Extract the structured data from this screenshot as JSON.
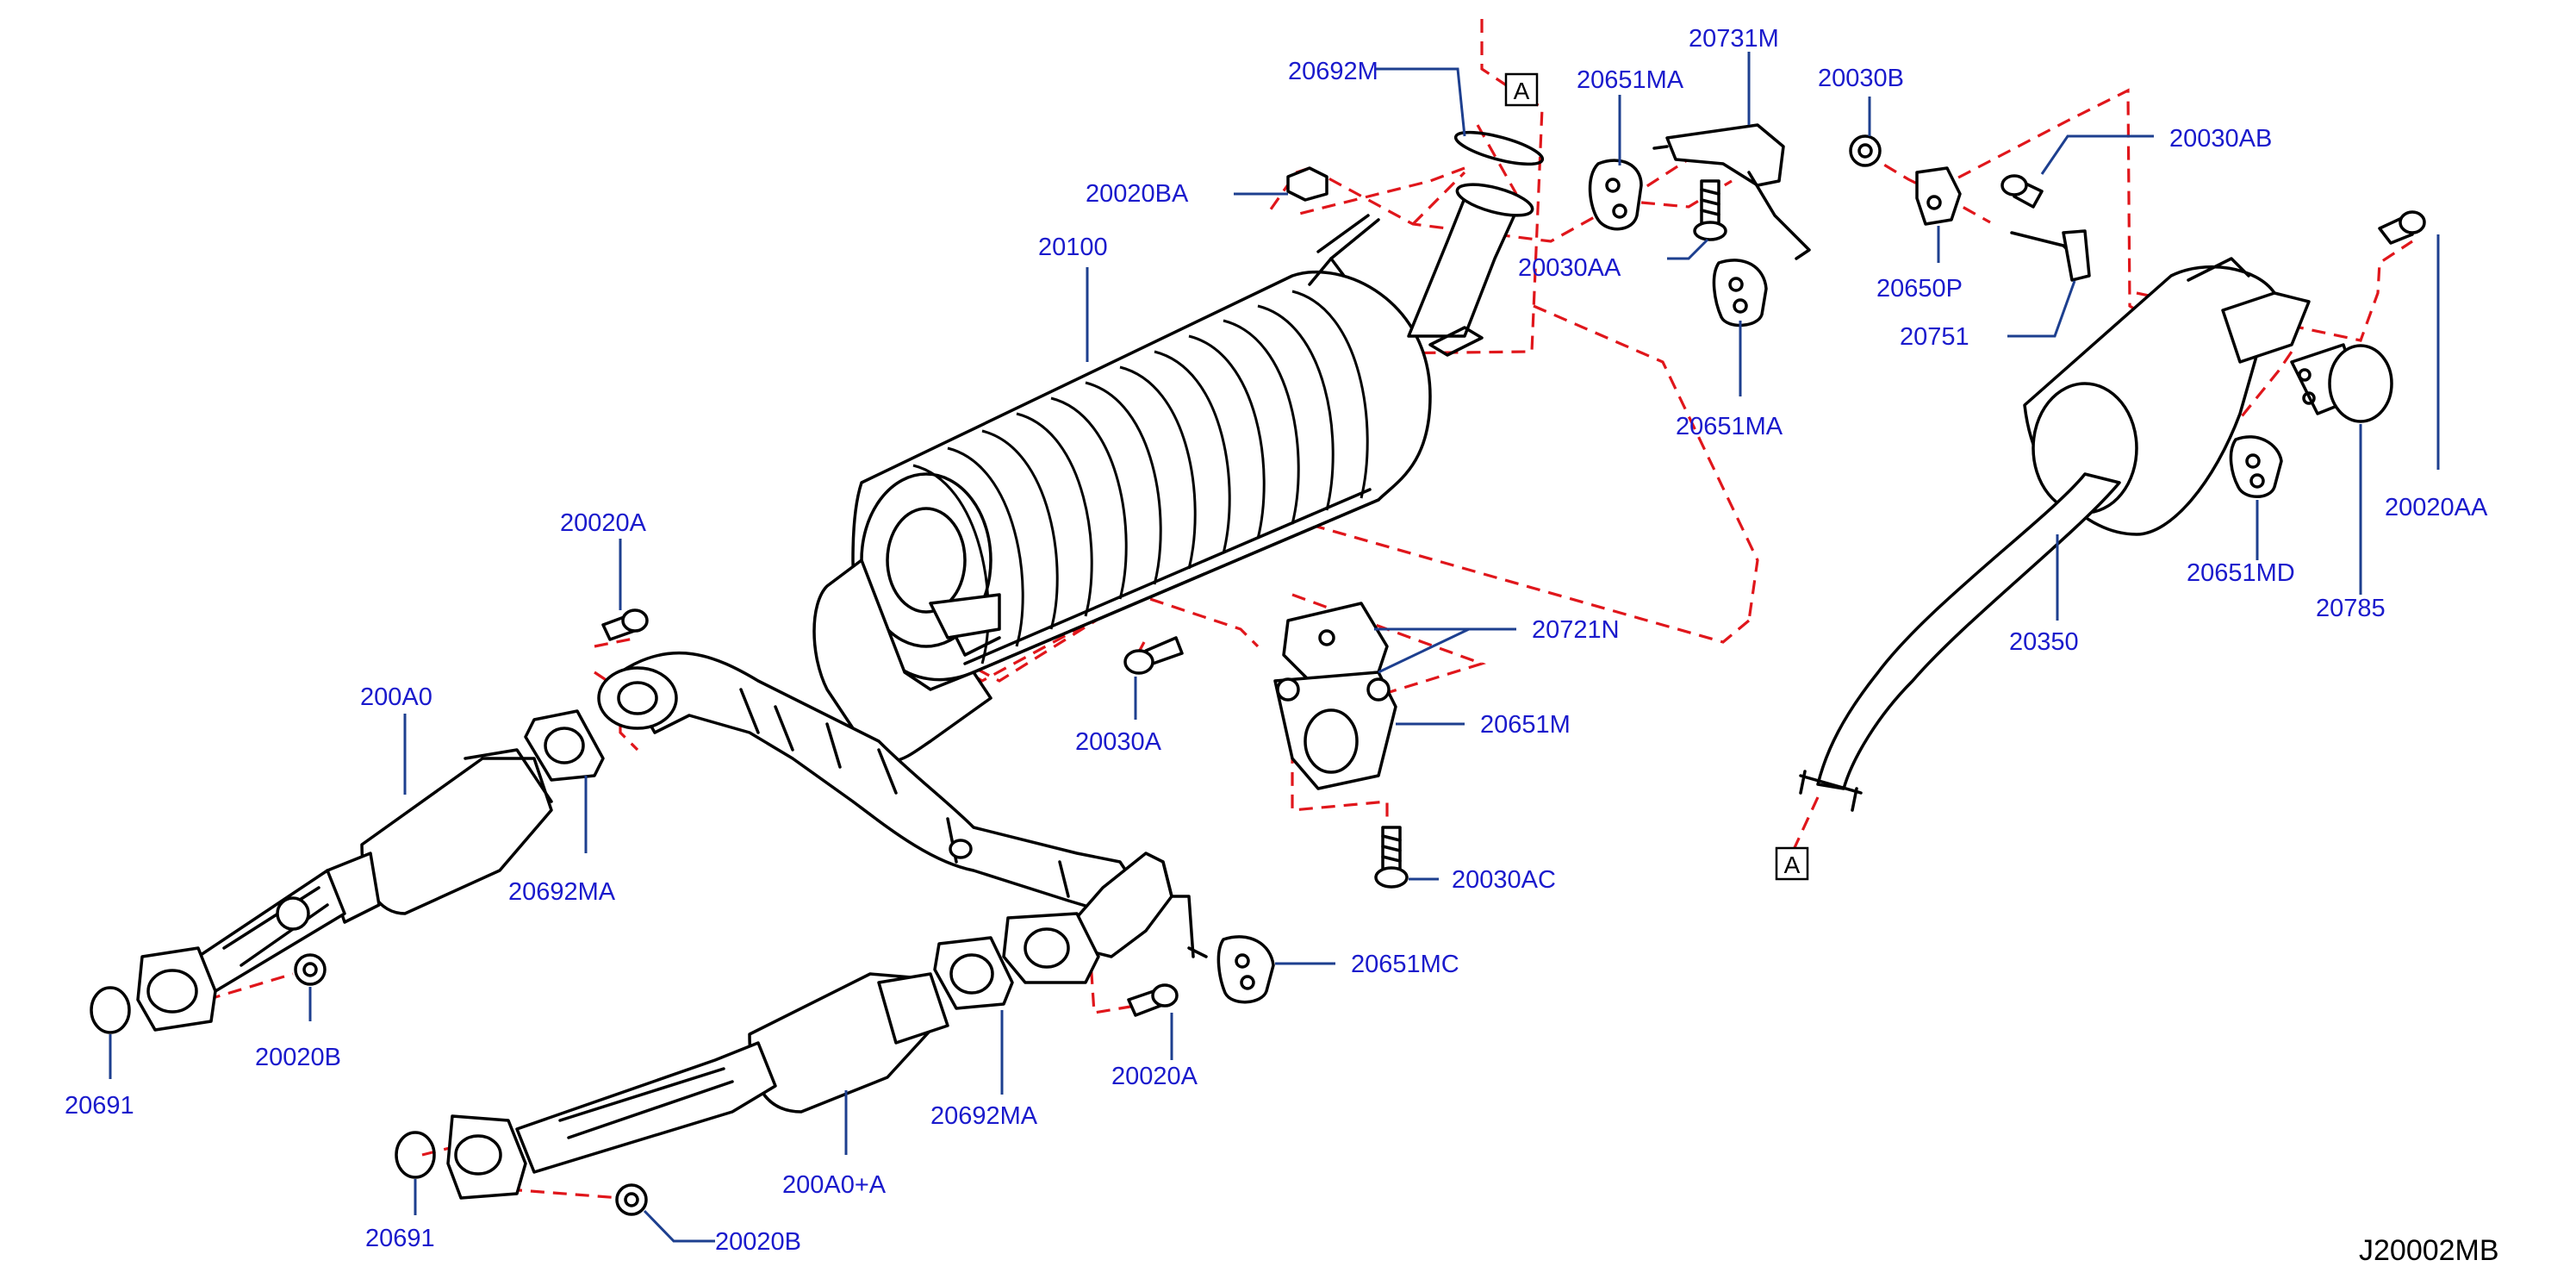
{
  "diagram_id": "J20002MB",
  "ref_marker": "A",
  "colors": {
    "part_line": "#000000",
    "connection_dash": "#e0161b",
    "leader": "#1d3f8f",
    "label": "#1a1acc"
  },
  "labels": {
    "p20692M": "20692M",
    "p20731M": "20731M",
    "p20651MA_top": "20651MA",
    "p20030B": "20030B",
    "p20030AB": "20030AB",
    "p20020BA": "20020BA",
    "p20100": "20100",
    "p20030AA": "20030AA",
    "p20650P": "20650P",
    "p20751": "20751",
    "p20651MA_bottom": "20651MA",
    "p20020AA": "20020AA",
    "p20651MD": "20651MD",
    "p20785": "20785",
    "p20350": "20350",
    "p20020A_top": "20020A",
    "p20721N": "20721N",
    "p200A0": "200A0",
    "p20651M": "20651M",
    "p20030A": "20030A",
    "p20692MA_left": "20692MA",
    "p20030AC": "20030AC",
    "p20651MC": "20651MC",
    "p20020B_left": "20020B",
    "p20691_left": "20691",
    "p20692MA_mid": "20692MA",
    "p20020A_bottom": "20020A",
    "p200A0A": "200A0+A",
    "p20691_bottom": "20691",
    "p20020B_bottom": "20020B"
  }
}
